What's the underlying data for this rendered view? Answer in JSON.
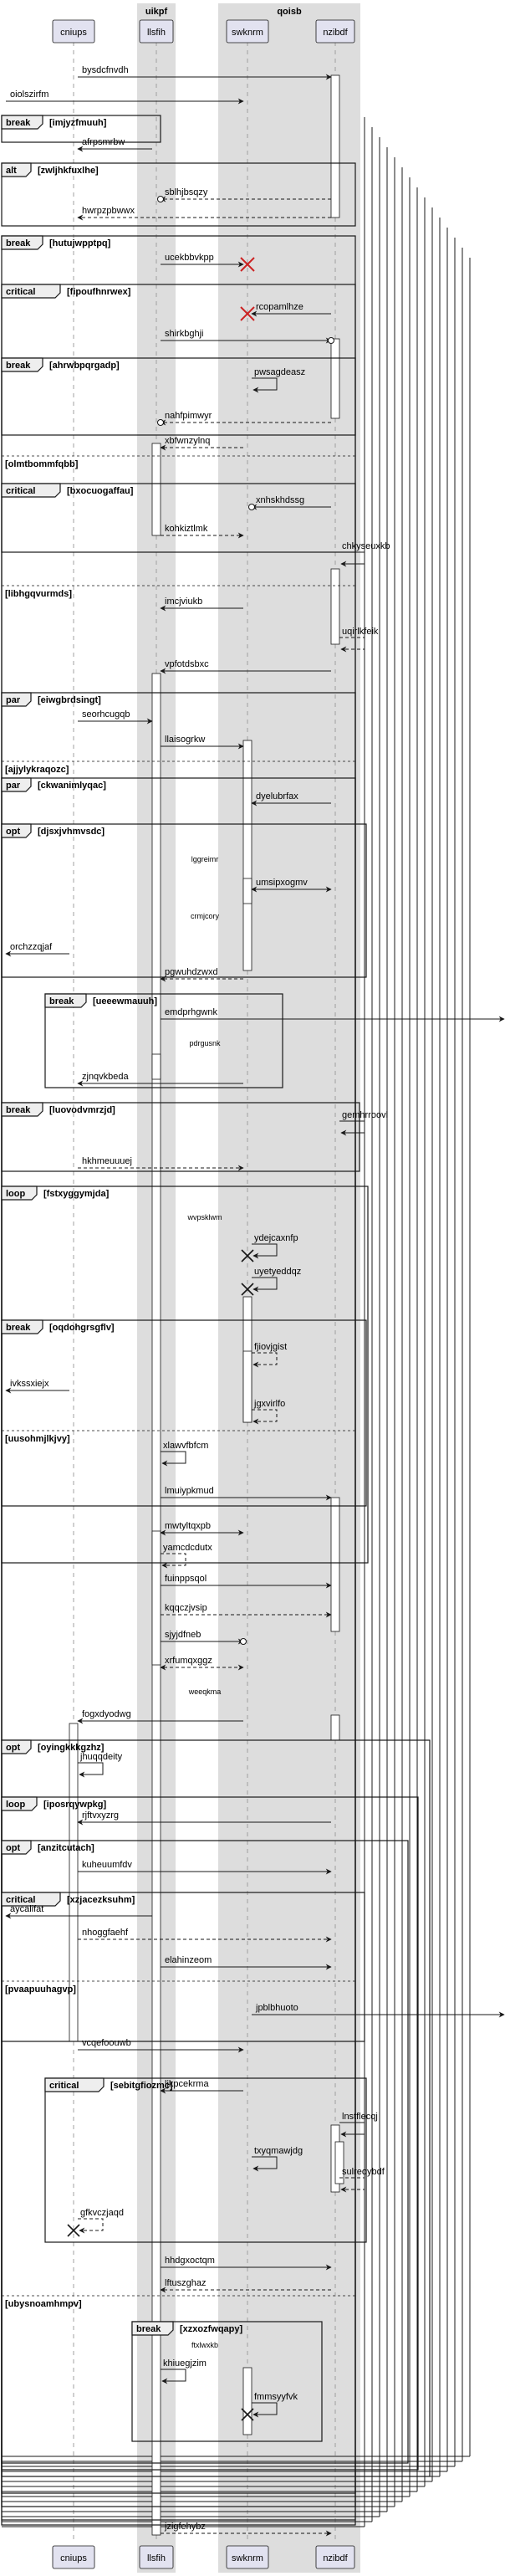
{
  "colors": {
    "participant_fill": "#e2e2f0",
    "participant_stroke": "#181818",
    "box_fill": "#dddddd",
    "activation_fill": "#ffffff",
    "line": "#181818",
    "lifeline": "#a0a0a0"
  },
  "participants": [
    {
      "id": "cniups",
      "label": "cniups"
    },
    {
      "id": "llsfih",
      "label": "llsfih"
    },
    {
      "id": "swknrm",
      "label": "swknrm"
    },
    {
      "id": "nzibdf",
      "label": "nzibdf"
    }
  ],
  "boxes": [
    {
      "label": "uikpf",
      "members": [
        "llsfih"
      ]
    },
    {
      "label": "qoisb",
      "members": [
        "swknrm",
        "nzibdf"
      ]
    }
  ],
  "messages": [
    {
      "label": "bysdcfnvdh",
      "from": "cniups",
      "to": "nzibdf",
      "style": "solid"
    },
    {
      "label": "oiolszirfm",
      "from": "left-edge",
      "to": "swknrm",
      "style": "solid"
    },
    {
      "label": "afrpsmrbw",
      "from": "llsfih",
      "to": "cniups",
      "style": "solid"
    },
    {
      "label": "sblhjbsqzy",
      "from": "nzibdf",
      "to": "llsfih",
      "style": "dashed",
      "head": "circle"
    },
    {
      "label": "hwrpzpbwwx",
      "from": "nzibdf",
      "to": "cniups",
      "style": "dashed"
    },
    {
      "label": "ucekbbvkpp",
      "from": "llsfih",
      "to": "swknrm",
      "style": "solid",
      "head": "destroy"
    },
    {
      "label": "rcopamlhze",
      "from": "nzibdf",
      "to": "swknrm",
      "style": "solid",
      "head": "destroy"
    },
    {
      "label": "shirkbghji",
      "from": "llsfih",
      "to": "nzibdf",
      "style": "solid",
      "head": "circle"
    },
    {
      "label": "pwsagdeasz",
      "from": "swknrm",
      "to": "swknrm",
      "style": "solid"
    },
    {
      "label": "nahfpimwyr",
      "from": "nzibdf",
      "to": "llsfih",
      "style": "dashed",
      "head": "circle"
    },
    {
      "label": "xbfwnzylnq",
      "from": "swknrm",
      "to": "llsfih",
      "style": "dashed"
    },
    {
      "label": "xnhskhdssg",
      "from": "nzibdf",
      "to": "swknrm",
      "style": "solid",
      "head": "circle"
    },
    {
      "label": "kohkiztlmk",
      "from": "llsfih",
      "to": "swknrm",
      "style": "dashed"
    },
    {
      "label": "chkyseuxkb",
      "from": "nzibdf",
      "to": "nzibdf",
      "style": "solid"
    },
    {
      "label": "imcjviukb",
      "from": "swknrm",
      "to": "llsfih",
      "style": "solid"
    },
    {
      "label": "uqirlkfeik",
      "from": "nzibdf",
      "to": "nzibdf",
      "style": "dashed"
    },
    {
      "label": "vpfotdsbxc",
      "from": "nzibdf",
      "to": "llsfih",
      "style": "solid"
    },
    {
      "label": "seorhcugqb",
      "from": "cniups",
      "to": "llsfih",
      "style": "solid"
    },
    {
      "label": "llaisogrkw",
      "from": "llsfih",
      "to": "swknrm",
      "style": "solid"
    },
    {
      "label": "dyelubrfax",
      "from": "nzibdf",
      "to": "swknrm",
      "style": "solid"
    },
    {
      "label": "lggreimr",
      "type": "divider"
    },
    {
      "label": "umsipxogmv",
      "from": "swknrm",
      "to": "nzibdf",
      "style": "solid",
      "head": "both"
    },
    {
      "label": "crmjcory",
      "type": "divider"
    },
    {
      "label": "orchzzqjaf",
      "from": "cniups",
      "to": "left-edge",
      "style": "solid"
    },
    {
      "label": "pgwuhdzwxd",
      "from": "swknrm",
      "to": "llsfih",
      "style": "dashed"
    },
    {
      "label": "emdprhgwnk",
      "from": "llsfih",
      "to": "right-edge",
      "style": "solid"
    },
    {
      "label": "pdrgusnk",
      "type": "divider"
    },
    {
      "label": "zjnqvkbeda",
      "from": "swknrm",
      "to": "cniups",
      "style": "solid"
    },
    {
      "label": "gemhrroovl",
      "from": "nzibdf",
      "to": "nzibdf",
      "style": "solid"
    },
    {
      "label": "hkhmeuuuej",
      "from": "cniups",
      "to": "swknrm",
      "style": "dashed"
    },
    {
      "label": "wvpsklwm",
      "type": "divider"
    },
    {
      "label": "ydejcaxnfp",
      "from": "swknrm",
      "to": "swknrm",
      "style": "solid",
      "head": "destroy"
    },
    {
      "label": "uyetyeddqz",
      "from": "swknrm",
      "to": "swknrm",
      "style": "solid",
      "head": "destroy"
    },
    {
      "label": "fjiovjgist",
      "from": "swknrm",
      "to": "swknrm",
      "style": "dashed",
      "head": "circle"
    },
    {
      "label": "ivkssxiejx",
      "from": "cniups",
      "to": "left-edge",
      "style": "solid"
    },
    {
      "label": "jgxvirlfo",
      "from": "swknrm",
      "to": "swknrm",
      "style": "dashed",
      "head": "circle"
    },
    {
      "label": "xlawvfbfcm",
      "from": "llsfih",
      "to": "llsfih",
      "style": "solid"
    },
    {
      "label": "lmuiypkmud",
      "from": "llsfih",
      "to": "nzibdf",
      "style": "solid"
    },
    {
      "label": "mwtyltqxpb",
      "from": "swknrm",
      "to": "llsfih",
      "style": "solid",
      "head": "both"
    },
    {
      "label": "yamcdcdutx",
      "from": "llsfih",
      "to": "llsfih",
      "style": "dashed"
    },
    {
      "label": "fuinppsqol",
      "from": "llsfih",
      "to": "nzibdf",
      "style": "solid"
    },
    {
      "label": "kqqczjvsip",
      "from": "llsfih",
      "to": "nzibdf",
      "style": "dashed"
    },
    {
      "label": "sjyjdfneb",
      "from": "llsfih",
      "to": "swknrm",
      "style": "solid",
      "head": "circle"
    },
    {
      "label": "xrfumqxggz",
      "from": "swknrm",
      "to": "llsfih",
      "style": "dashed",
      "head": "both"
    },
    {
      "label": "weeqkma",
      "type": "divider"
    },
    {
      "label": "fogxdyodwg",
      "from": "swknrm",
      "to": "cniups",
      "style": "solid"
    },
    {
      "label": "jhuqqdeity",
      "from": "cniups",
      "to": "cniups",
      "style": "solid"
    },
    {
      "label": "rjftvxyzrg",
      "from": "nzibdf",
      "to": "cniups",
      "style": "solid"
    },
    {
      "label": "kuheuumfdv",
      "from": "cniups",
      "to": "nzibdf",
      "style": "solid"
    },
    {
      "label": "aycalifat",
      "from": "llsfih",
      "to": "left-edge",
      "style": "solid"
    },
    {
      "label": "nhoggfaehf",
      "from": "cniups",
      "to": "nzibdf",
      "style": "dashed"
    },
    {
      "label": "elahinzeom",
      "from": "llsfih",
      "to": "nzibdf",
      "style": "solid"
    },
    {
      "label": "jpblbhuoto",
      "from": "swknrm",
      "to": "right-edge",
      "style": "solid"
    },
    {
      "label": "vcqefoouwb",
      "from": "cniups",
      "to": "swknrm",
      "style": "solid"
    },
    {
      "label": "ljkpcekrma",
      "from": "swknrm",
      "to": "llsfih",
      "style": "solid"
    },
    {
      "label": "lnstflecqj",
      "from": "nzibdf",
      "to": "nzibdf",
      "style": "solid"
    },
    {
      "label": "txyqmawjdg",
      "from": "swknrm",
      "to": "swknrm",
      "style": "solid"
    },
    {
      "label": "sulreoybdf",
      "from": "nzibdf",
      "to": "nzibdf",
      "style": "dashed"
    },
    {
      "label": "gfkvczjaqd",
      "from": "cniups",
      "to": "cniups",
      "style": "dashed",
      "head": "destroy"
    },
    {
      "label": "hhdgxoctqm",
      "from": "llsfih",
      "to": "nzibdf",
      "style": "solid"
    },
    {
      "label": "lftuszghaz",
      "from": "nzibdf",
      "to": "llsfih",
      "style": "dashed"
    },
    {
      "label": "ftxlwxkb",
      "type": "divider"
    },
    {
      "label": "khiuegjzim",
      "from": "llsfih",
      "to": "llsfih",
      "style": "solid"
    },
    {
      "label": "fmmsyyfvk",
      "from": "swknrm",
      "to": "swknrm",
      "style": "solid",
      "head": "destroy"
    },
    {
      "label": "jzigfehybz",
      "from": "llsfih",
      "to": "nzibdf",
      "style": "dashed"
    }
  ],
  "fragments": [
    {
      "kind": "break",
      "guard": "[imjyzfmuuh]"
    },
    {
      "kind": "alt",
      "guard": "[zwljhkfuxlhe]"
    },
    {
      "kind": "break",
      "guard": "[hutujwpptpq]"
    },
    {
      "kind": "critical",
      "guard": "[fipoufhnrwex]"
    },
    {
      "kind": "break",
      "guard": "[ahrwbpqrgadp]"
    },
    {
      "kind": "else",
      "guard": "[olmtbommfqbb]"
    },
    {
      "kind": "critical",
      "guard": "[bxocuogaffau]"
    },
    {
      "kind": "else",
      "guard": "[libhgqvurmds]"
    },
    {
      "kind": "par",
      "guard": "[eiwgbrdsingt]"
    },
    {
      "kind": "else",
      "guard": "[ajjylykraqozc]"
    },
    {
      "kind": "par",
      "guard": "[ckwanimlyqac]"
    },
    {
      "kind": "opt",
      "guard": "[djsxjvhmvsdc]"
    },
    {
      "kind": "break",
      "guard": "[ueeewmauuh]"
    },
    {
      "kind": "break",
      "guard": "[luovodvmrzjd]"
    },
    {
      "kind": "loop",
      "guard": "[fstxyggymjda]"
    },
    {
      "kind": "break",
      "guard": "[oqdohgrsgflv]"
    },
    {
      "kind": "else",
      "guard": "[uusohmjlkjvy]"
    },
    {
      "kind": "opt",
      "guard": "[oyingkkkgzhz]"
    },
    {
      "kind": "loop",
      "guard": "[iposrqywpkg]"
    },
    {
      "kind": "opt",
      "guard": "[anzitcutach]"
    },
    {
      "kind": "critical",
      "guard": "[xzjacezksuhm]"
    },
    {
      "kind": "else",
      "guard": "[pvaapuuhagvp]"
    },
    {
      "kind": "critical",
      "guard": "[sebitgfiozmc]"
    },
    {
      "kind": "else",
      "guard": "[ubysnoamhmpv]"
    },
    {
      "kind": "break",
      "guard": "[xzxozfwqapy]"
    }
  ]
}
